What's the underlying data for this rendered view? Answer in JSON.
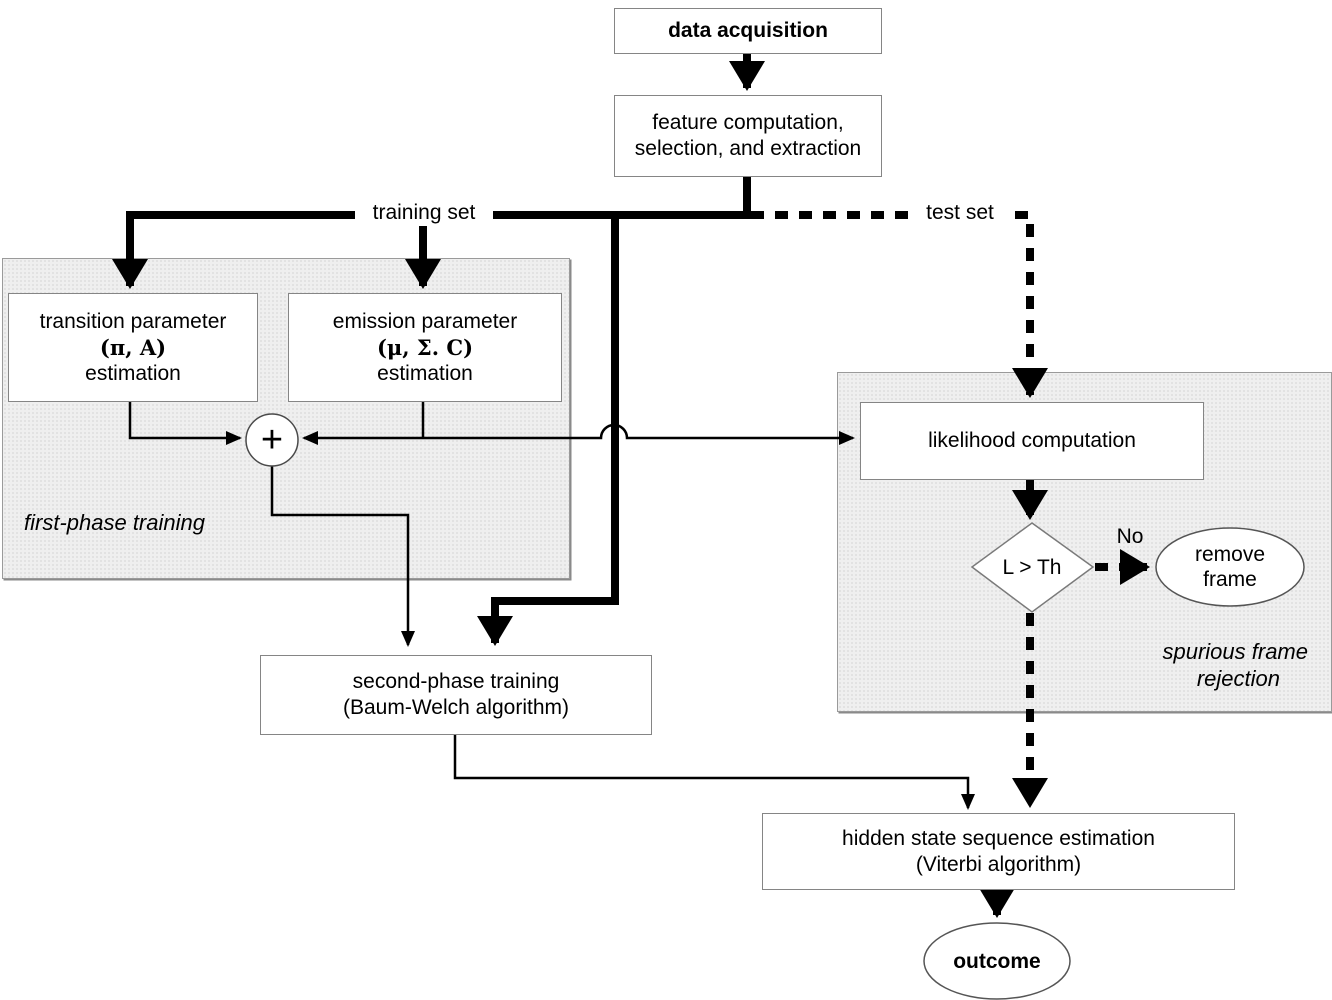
{
  "nodes": {
    "data_acquisition": {
      "label": "data acquisition"
    },
    "feature": {
      "line1": "feature computation,",
      "line2": "selection, and extraction"
    },
    "transition": {
      "line1": "transition parameter",
      "line2": "(π, A)",
      "line3": "estimation"
    },
    "emission": {
      "line1": "emission parameter",
      "line2": "(μ, Σ. C)",
      "line3": "estimation"
    },
    "plus": {
      "label": "+"
    },
    "second_phase": {
      "line1": "second-phase training",
      "line2": "(Baum-Welch algorithm)"
    },
    "likelihood": {
      "label": "likelihood computation"
    },
    "decision": {
      "label": "L > Th"
    },
    "remove_frame": {
      "line1": "remove",
      "line2": "frame"
    },
    "hidden_state": {
      "line1": "hidden state sequence estimation",
      "line2": "(Viterbi algorithm)"
    },
    "outcome": {
      "label": "outcome"
    }
  },
  "edge_labels": {
    "training_set": "training set",
    "test_set": "test set",
    "no": "No"
  },
  "region_labels": {
    "first_phase": "first-phase training",
    "spurious": {
      "line1": "spurious frame",
      "line2": "rejection"
    }
  },
  "colors": {
    "line": "#000000",
    "box_border": "#858585",
    "box_fill": "#ffffff",
    "region_fill": "#efefef",
    "region_border": "#9a9a9a"
  }
}
